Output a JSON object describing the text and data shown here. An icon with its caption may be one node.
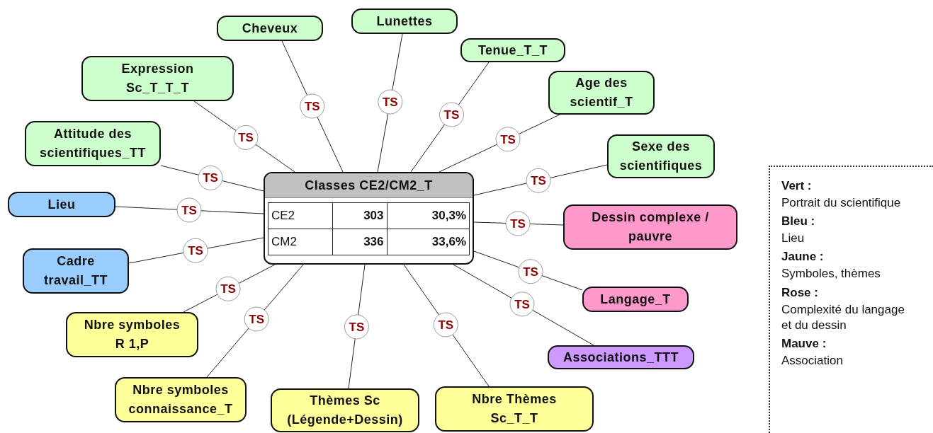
{
  "diagram": {
    "nodes": [
      {
        "text": [
          "Classes CE2/CM2_T"
        ]
      },
      {
        "text": [
          "Cheveux"
        ]
      },
      {
        "text": [
          "Lunettes"
        ]
      },
      {
        "text": [
          "Tenue_T_T"
        ]
      },
      {
        "text": [
          "Age des scientif_T"
        ]
      },
      {
        "text": [
          "Sexe des scientifiques"
        ]
      },
      {
        "text": [
          "Dessin complexe / pauvre"
        ]
      },
      {
        "text": [
          "Langage_T"
        ]
      },
      {
        "text": [
          "Associations_TTT"
        ]
      },
      {
        "text": [
          "Nbre Thèmes Sc_T_T"
        ]
      },
      {
        "text": [
          "Thèmes Sc (Légende+Dessin)"
        ]
      },
      {
        "text": [
          "Nbre symboles connaissance_T"
        ]
      },
      {
        "text": [
          "Nbre symboles R 1,P"
        ]
      },
      {
        "text": [
          "Cadre travail_TT"
        ]
      },
      {
        "text": [
          "Lieu"
        ]
      },
      {
        "text": [
          "Attitude des scientifiques_TT"
        ]
      },
      {
        "text": [
          "Expression Sc_T_T_T"
        ]
      },
      {
        "text": [
          "Vert :",
          "Portrait du scientifique",
          "Bleu :",
          "Lieu",
          "Jaune :",
          "Symboles, thèmes",
          "Rose :",
          "Complexité du langage et du dessin",
          "Mauve :",
          "Association"
        ]
      }
    ],
    "edges": [
      {
        "from": 0,
        "to": 1,
        "arrow": "none",
        "label": "TS"
      },
      {
        "from": 0,
        "to": 2,
        "arrow": "none",
        "label": "TS"
      },
      {
        "from": 0,
        "to": 3,
        "arrow": "none",
        "label": "TS"
      },
      {
        "from": 0,
        "to": 4,
        "arrow": "none",
        "label": "TS"
      },
      {
        "from": 0,
        "to": 5,
        "arrow": "none",
        "label": "TS"
      },
      {
        "from": 0,
        "to": 6,
        "arrow": "none",
        "label": "TS"
      },
      {
        "from": 0,
        "to": 7,
        "arrow": "none",
        "label": "TS"
      },
      {
        "from": 0,
        "to": 8,
        "arrow": "none",
        "label": "TS"
      },
      {
        "from": 0,
        "to": 9,
        "arrow": "none",
        "label": "TS"
      },
      {
        "from": 0,
        "to": 10,
        "arrow": "none",
        "label": "TS"
      },
      {
        "from": 0,
        "to": 11,
        "arrow": "none",
        "label": "TS"
      },
      {
        "from": 0,
        "to": 12,
        "arrow": "none",
        "label": "TS"
      },
      {
        "from": 0,
        "to": 13,
        "arrow": "none",
        "label": "TS"
      },
      {
        "from": 0,
        "to": 14,
        "arrow": "none",
        "label": "TS"
      },
      {
        "from": 0,
        "to": 15,
        "arrow": "none",
        "label": "TS"
      },
      {
        "from": 0,
        "to": 16,
        "arrow": "none",
        "label": "TS"
      }
    ],
    "labels": [
      "CE2",
      "303",
      "30,3%",
      "CM2",
      "336",
      "33,6%"
    ]
  }
}
